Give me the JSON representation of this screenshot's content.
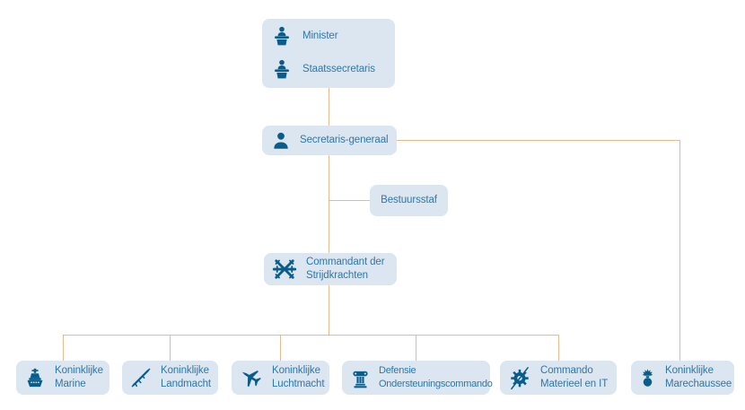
{
  "colors": {
    "background": "#ffffff",
    "node_background": "#dbe6f1",
    "label_text": "#2f77a4",
    "icon_blue": "#0a5d8a",
    "connector_line": "#e3bd90"
  },
  "org_chart": {
    "leadership_box": {
      "members": [
        {
          "label": "Minister",
          "icon": "lectern-person-icon"
        },
        {
          "label": "Staatssecretaris",
          "icon": "lectern-person-icon"
        }
      ]
    },
    "secretaris_generaal": {
      "label": "Secretaris-generaal",
      "icon": "person-icon"
    },
    "bestuursstaf": {
      "label": "Bestuursstaf"
    },
    "commandant_strijdkrachten": {
      "label": "Commandant der Strijdkrachten",
      "icon": "crossed-swords-icon"
    },
    "units": [
      {
        "label": "Koninklijke Marine",
        "icon": "warship-icon"
      },
      {
        "label": "Koninklijke Landmacht",
        "icon": "rifle-icon"
      },
      {
        "label": "Koninklijke Luchtmacht",
        "icon": "fighter-jet-icon"
      },
      {
        "label": "Defensie Ondersteuningscommando",
        "icon": "classical-column-icon"
      },
      {
        "label": "Commando Materieel en IT",
        "icon": "gear-sword-icon"
      },
      {
        "label": "Koninklijke Marechaussee",
        "icon": "grenade-icon"
      }
    ]
  }
}
